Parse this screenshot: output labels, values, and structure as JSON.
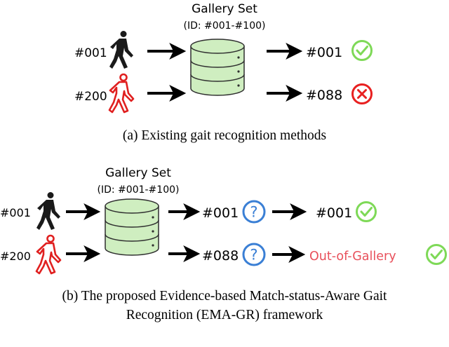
{
  "panel_a": {
    "gallery_title": "Gallery Set",
    "gallery_range": "(ID: #001-#100)",
    "rows": [
      {
        "query_id": "#001",
        "result_id": "#001",
        "result_icon": "check-circle-icon"
      },
      {
        "query_id": "#200",
        "result_id": "#088",
        "result_icon": "cross-circle-icon"
      }
    ],
    "caption": "(a) Existing gait recognition methods"
  },
  "panel_b": {
    "gallery_title": "Gallery Set",
    "gallery_range": "(ID: #001-#100)",
    "rows": [
      {
        "query_id": "#001",
        "match_id": "#001",
        "status_icon": "question-circle-icon",
        "final_label": "#001",
        "final_icon": "check-circle-icon"
      },
      {
        "query_id": "#200",
        "match_id": "#088",
        "status_icon": "question-circle-icon",
        "final_label": "Out-of-Gallery",
        "final_icon": "check-circle-icon"
      }
    ],
    "caption_line1": "(b) The proposed Evidence-based Match-status-Aware Gait",
    "caption_line2": "Recognition (EMA-GR) framework"
  },
  "colors": {
    "known_person": "#1a1a1a",
    "unknown_person": "#e02020",
    "database_fill": "#cfeec0",
    "database_stroke": "#2f2f2f",
    "check": "#7ed957",
    "cross": "#e82020",
    "question": "#3a7fd5",
    "out_of_gallery_text": "#e8505b"
  }
}
